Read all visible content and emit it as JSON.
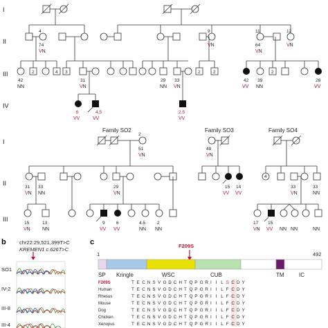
{
  "labels": {
    "a": "",
    "b": "b",
    "c": "c"
  },
  "gens_a": [
    "I",
    "II",
    "III",
    "IV"
  ],
  "gens_s": [
    "I",
    "II",
    "III"
  ],
  "families": {
    "so2": "Family SO2",
    "so3": "Family SO3",
    "so4": "Family SO4"
  },
  "pedigree_a": {
    "II": [
      {
        "id": "4",
        "age": "74",
        "gt": "VN"
      },
      {
        "id": "9",
        "age": "",
        "gt": "VN"
      },
      {
        "id": "11",
        "age": "64",
        "gt": "VN"
      },
      {
        "id": "12",
        "age": "",
        "gt": "VN"
      }
    ],
    "III": [
      {
        "age": "42",
        "gt": "NN"
      },
      {
        "age": "31",
        "gt": "VN"
      },
      {
        "age": "29",
        "gt": "NN"
      },
      {
        "age": "33",
        "gt": "VN"
      },
      {
        "age": "42",
        "gt": "VV"
      },
      {
        "age": "39",
        "gt": "NN"
      },
      {
        "age": "26",
        "gt": "VV"
      }
    ],
    "IV": [
      {
        "age": "6",
        "gt": "VV"
      },
      {
        "age": "4.5",
        "gt": "VV"
      },
      {
        "age": "2.5",
        "gt": "VV"
      }
    ]
  },
  "so2": {
    "I": [
      {
        "id": "2",
        "age": "51",
        "gt": "VN"
      }
    ],
    "II": [
      {
        "age": "31",
        "gt": "VN"
      },
      {
        "age": "33",
        "gt": "NN"
      },
      {
        "age": "29",
        "gt": "VN"
      }
    ],
    "III": [
      {
        "age": "15",
        "gt": "VN"
      },
      {
        "age": "13",
        "gt": "NN"
      },
      {
        "age": "9",
        "gt": "VV"
      },
      {
        "age": "6",
        "gt": "VV"
      },
      {
        "age": "4.5",
        "gt": "NN"
      },
      {
        "age": "2",
        "gt": "NN"
      }
    ]
  },
  "so3": {
    "I": [
      {
        "id": "",
        "age": "49",
        "gt": "VN"
      }
    ],
    "II": [
      {
        "age": "15",
        "gt": "VV"
      },
      {
        "age": "14",
        "gt": "VV"
      }
    ]
  },
  "so4": {
    "II": [
      {
        "age": "33",
        "gt": "VN"
      },
      {
        "age": "33",
        "gt": "NN"
      }
    ],
    "III": [
      {
        "age": "17",
        "gt": "VN"
      },
      {
        "age": "15",
        "gt": "VV"
      },
      {
        "age": "",
        "gt": "NN"
      },
      {
        "age": "",
        "gt": "NN"
      },
      {
        "age": "",
        "gt": "NN"
      }
    ]
  },
  "panel_b": {
    "mutation_line1": "chr22:29,521,399T>C",
    "mutation_line2": "KREMEN1 c.626T>C",
    "samples": [
      "SO1",
      "IV-2",
      "III-8",
      "III-4"
    ]
  },
  "panel_c": {
    "mutation": "F209S",
    "start": "1",
    "end": "492",
    "domains": [
      "SP",
      "Kringle",
      "WSC",
      "CUB",
      "TM",
      "IC"
    ],
    "species": [
      "F209S",
      "Human",
      "Rhesus",
      "Mouse",
      "Dog",
      "Chicken",
      "Xenopus"
    ],
    "sequences": [
      "T E C N S V G D C H T Q P G R I I L S C D Y",
      "T E C N S V G D C H T Q P G R I I L F C D Y",
      "T E C N S V G D C H T Q P G R I I L F C D Y",
      "T E C N S V G D C H T Q P G R I I L F C D Y",
      "T E C N S V G D C H T Q P G R I I L F C D Y",
      "T E C N S V G D C H T Q P G R I I L F C D Y",
      "T E C N S V G D C H T Q P G R I I L F C D Y"
    ]
  }
}
